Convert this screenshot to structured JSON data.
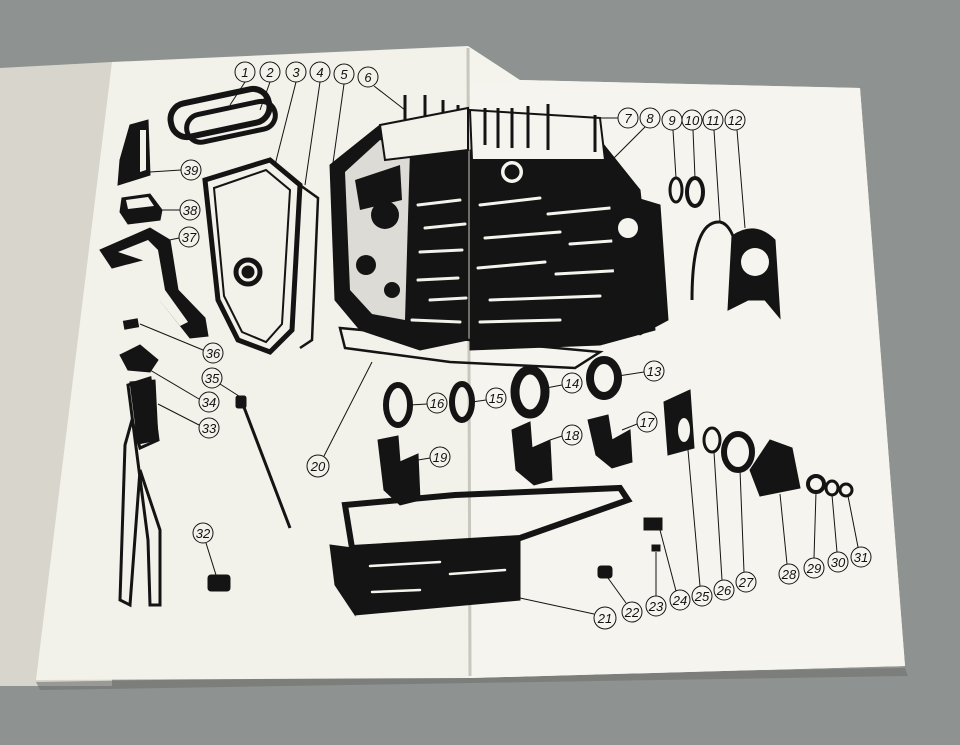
{
  "document": {
    "type": "exploded-parts-diagram",
    "subject": "engine block"
  },
  "callouts": [
    "1",
    "2",
    "3",
    "4",
    "5",
    "6",
    "7",
    "8",
    "9",
    "10",
    "11",
    "12",
    "13",
    "14",
    "15",
    "16",
    "17",
    "18",
    "19",
    "20",
    "21",
    "22",
    "23",
    "24",
    "25",
    "26",
    "27",
    "28",
    "29",
    "30",
    "31",
    "32",
    "33",
    "34",
    "35",
    "36",
    "37",
    "38",
    "39"
  ],
  "colors": {
    "paper": "#f4f3ec",
    "ink": "#141414",
    "background": "#8e9290"
  }
}
